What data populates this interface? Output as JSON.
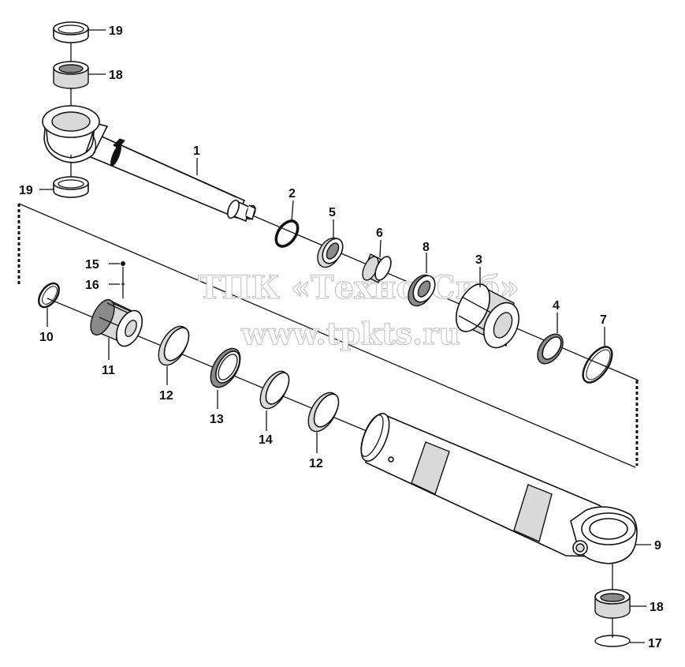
{
  "watermark": {
    "line1": "ТПК «Техно-Сиб»",
    "line2": "www.tpkts.ru"
  },
  "callouts": {
    "c1": "1",
    "c2": "2",
    "c3": "3",
    "c4": "4",
    "c5": "5",
    "c6": "6",
    "c7": "7",
    "c8": "8",
    "c9": "9",
    "c10": "10",
    "c11": "11",
    "c12a": "12",
    "c12b": "12",
    "c13": "13",
    "c14": "14",
    "c15": "15",
    "c16": "16",
    "c17": "17",
    "c18a": "18",
    "c18b": "18",
    "c19a": "19",
    "c19b": "19"
  }
}
